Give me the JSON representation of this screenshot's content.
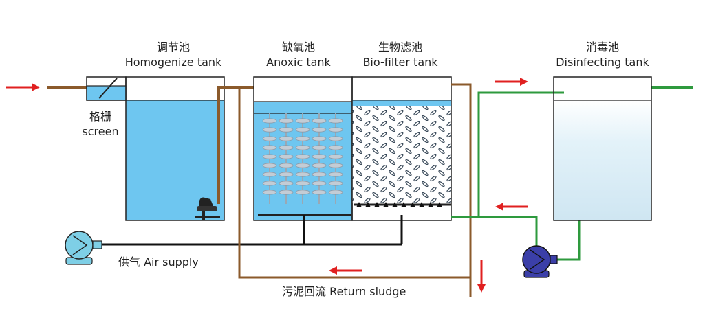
{
  "labels": {
    "homogenize_cn": "调节池",
    "homogenize_en": "Homogenize tank",
    "anoxic_cn": "缺氧池",
    "anoxic_en": "Anoxic tank",
    "biofilter_cn": "生物滤池",
    "biofilter_en": "Bio-filter tank",
    "disinfect_cn": "消毒池",
    "disinfect_en": "Disinfecting tank",
    "screen_cn": "格栅",
    "screen_en": "screen",
    "air_supply": "供气 Air supply",
    "return_sludge": "污泥回流 Return sludge"
  },
  "colors": {
    "water": "#6ec6f0",
    "water_light": "#d8eef8",
    "sewage_pipe": "#8b5a2b",
    "treated_pipe": "#2e9a3e",
    "air_line": "#111111",
    "flow_arrow": "#e02020",
    "pump_outer": "#7ecfe6",
    "pump_blue": "#3b3fa8"
  },
  "icons": [
    "flow-arrow-icon",
    "air-pump-icon",
    "water-pump-icon",
    "submersible-pump-icon"
  ]
}
